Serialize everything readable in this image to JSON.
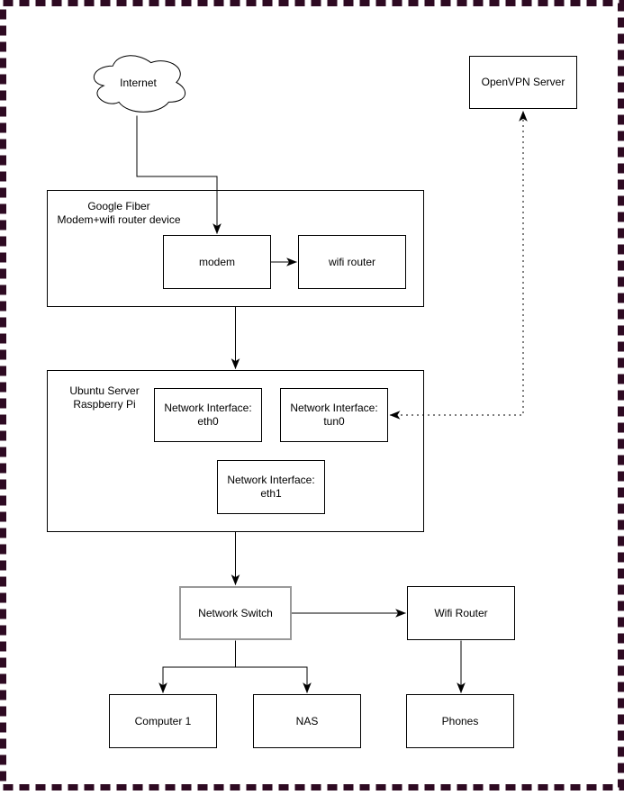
{
  "colors": {
    "page_border": "#2e0a22",
    "shape_border": "#000000",
    "switch_border": "#999999",
    "edge": "#000000",
    "background": "#ffffff",
    "text": "#000000"
  },
  "nodes": {
    "internet": {
      "label": "Internet",
      "shape": "cloud"
    },
    "openvpn_server": {
      "label": "OpenVPN Server",
      "shape": "rectangle"
    },
    "google_fiber_group": {
      "label": "Google Fiber\nModem+wifi router device",
      "shape": "container"
    },
    "modem": {
      "label": "modem",
      "shape": "rectangle"
    },
    "fiber_wifi_router": {
      "label": "wifi router",
      "shape": "rectangle"
    },
    "ubuntu_group": {
      "label": "Ubuntu Server\nRaspberry Pi",
      "shape": "container"
    },
    "eth0": {
      "label": "Network Interface:\neth0",
      "shape": "rectangle"
    },
    "tun0": {
      "label": "Network Interface:\ntun0",
      "shape": "rectangle"
    },
    "eth1": {
      "label": "Network Interface:\neth1",
      "shape": "rectangle"
    },
    "network_switch": {
      "label": "Network Switch",
      "shape": "rectangle"
    },
    "wifi_router": {
      "label": "Wifi Router",
      "shape": "rectangle"
    },
    "computer_1": {
      "label": "Computer 1",
      "shape": "rectangle"
    },
    "nas": {
      "label": "NAS",
      "shape": "rectangle"
    },
    "phones": {
      "label": "Phones",
      "shape": "rectangle"
    }
  },
  "edges": [
    {
      "from": "internet",
      "to": "modem",
      "style": "solid",
      "arrows": "end"
    },
    {
      "from": "modem",
      "to": "fiber_wifi_router",
      "style": "solid",
      "arrows": "end"
    },
    {
      "from": "google_fiber_group",
      "to": "ubuntu_group",
      "style": "solid",
      "arrows": "end"
    },
    {
      "from": "ubuntu_group",
      "to": "network_switch",
      "style": "solid",
      "arrows": "end"
    },
    {
      "from": "network_switch",
      "to": "wifi_router",
      "style": "solid",
      "arrows": "end"
    },
    {
      "from": "network_switch",
      "to": "computer_1",
      "style": "solid",
      "arrows": "end"
    },
    {
      "from": "network_switch",
      "to": "nas",
      "style": "solid",
      "arrows": "end"
    },
    {
      "from": "wifi_router",
      "to": "phones",
      "style": "solid",
      "arrows": "end"
    },
    {
      "from": "tun0",
      "to": "openvpn_server",
      "style": "dotted",
      "arrows": "both"
    }
  ]
}
